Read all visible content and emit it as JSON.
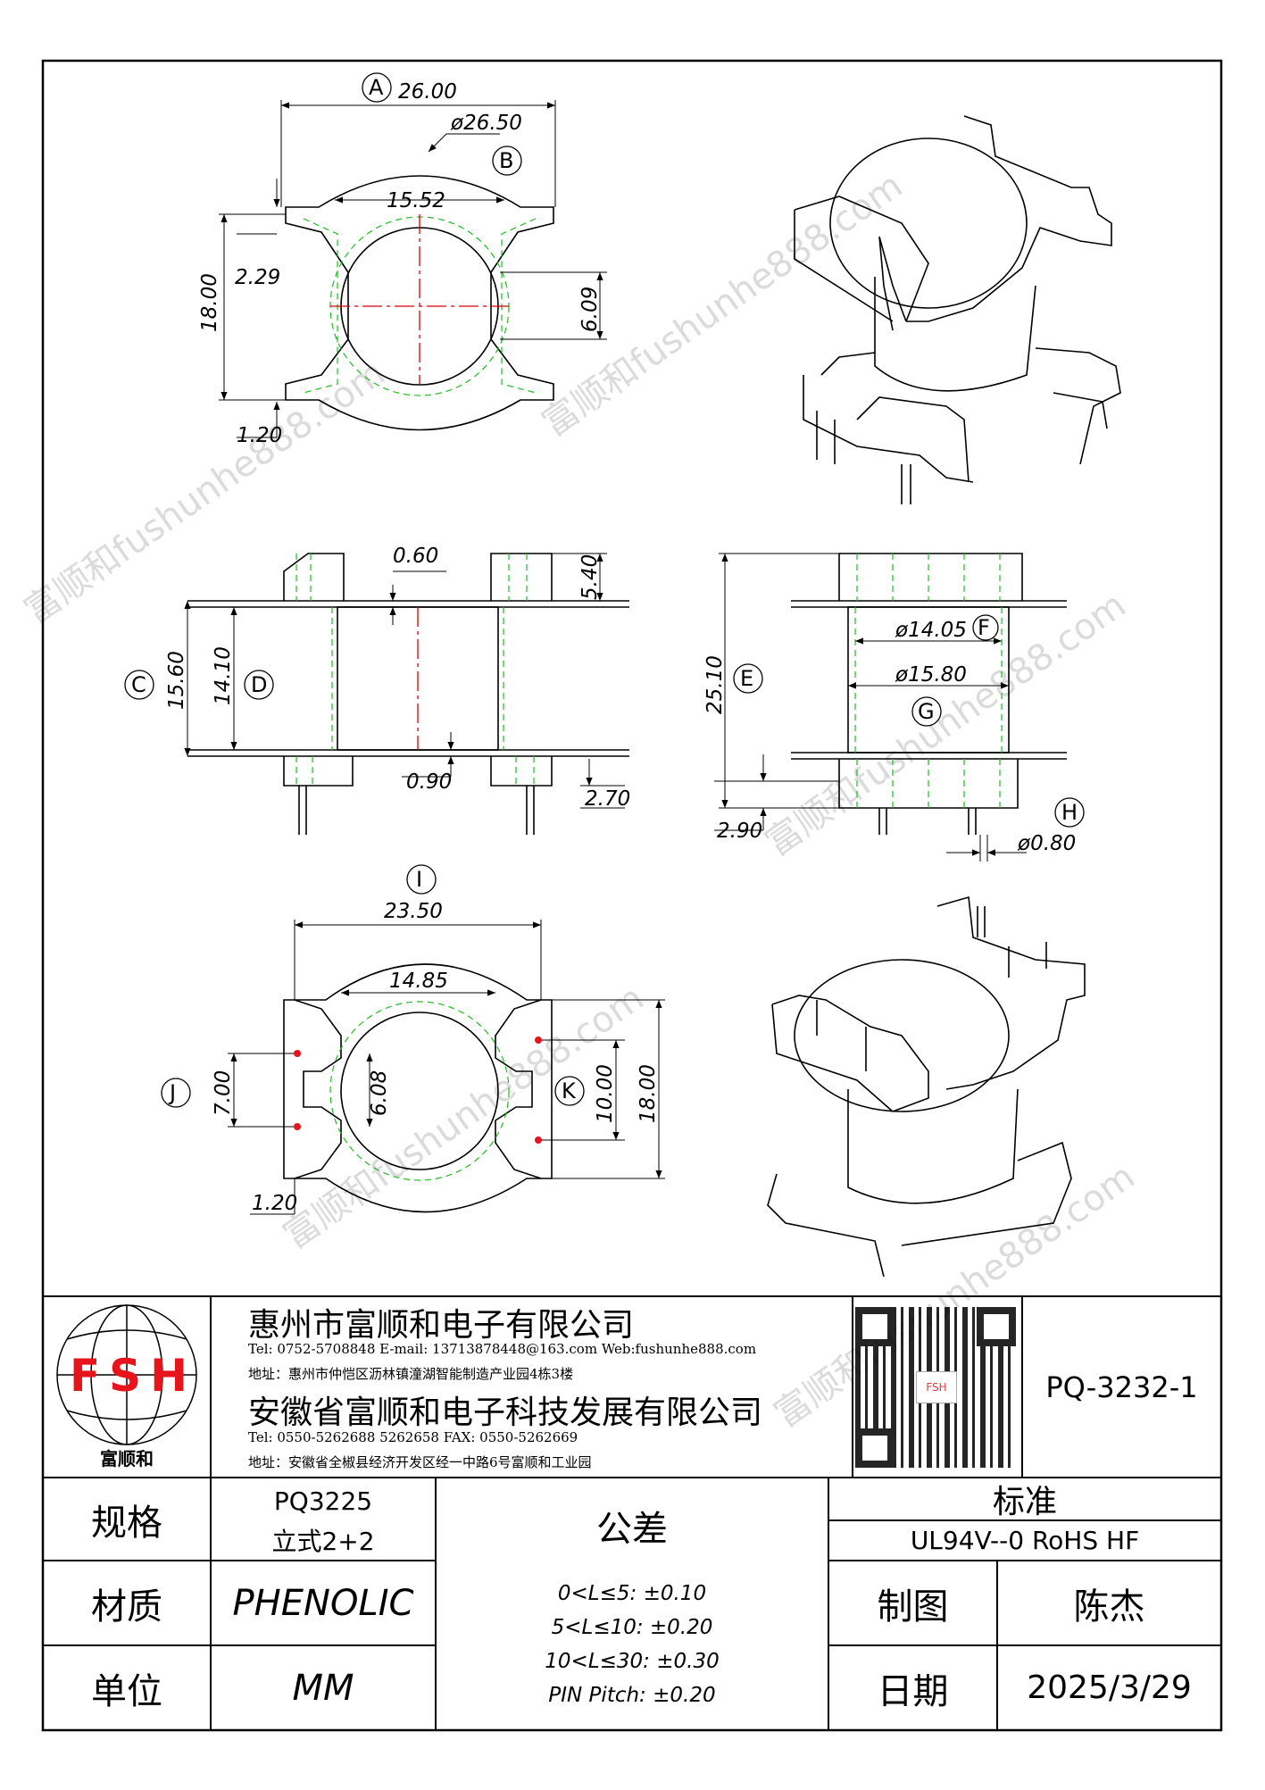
{
  "dimensions": {
    "a": "26.00",
    "b": "ø26.50",
    "c": "15.52",
    "d": "2.29",
    "e": "18.00",
    "f": "6.09",
    "g": "1.20",
    "h": "0.60",
    "i": "5.40",
    "j": "15.60",
    "k": "14.10",
    "l": "0.90",
    "m": "2.70",
    "n": "25.10",
    "o": "ø14.05",
    "p": "ø15.80",
    "q": "2.90",
    "r": "ø0.80",
    "s": "23.50",
    "t": "14.85",
    "u": "7.00",
    "v": "6.08",
    "w": "10.00",
    "x": "18.00",
    "y": "1.20"
  },
  "callouts": [
    "A",
    "B",
    "C",
    "D",
    "E",
    "F",
    "G",
    "H",
    "I",
    "J",
    "K"
  ],
  "watermark": "富顺和fushunhe888.com",
  "titleblock": {
    "logo_text": "FSH",
    "logo_caption": "富顺和",
    "company1": "惠州市富顺和电子有限公司",
    "company1_contact": "Tel: 0752-5708848  E-mail: 13713878448@163.com  Web:fushunhe888.com",
    "company1_address": "地址：惠州市仲恺区沥林镇潼湖智能制造产业园4栋3楼",
    "company2": "安徽省富顺和电子科技发展有限公司",
    "company2_contact": "Tel:  0550-5262688  5262658       FAX:  0550-5262669",
    "company2_address": "地址：安徽省全椒县经济开发区经一中路6号富顺和工业园",
    "qr_label": "FSH",
    "part_number": "PQ-3232-1",
    "spec_label": "规格",
    "spec_value1": "PQ3225",
    "spec_value2": "立式2+2",
    "tolerance_label": "公差",
    "standard_label": "标准",
    "standard_value": "UL94V--0  RoHS HF",
    "material_label": "材质",
    "material_value": "PHENOLIC",
    "tolerance_lines": [
      "0<L≤5: ±0.10",
      "5<L≤10: ±0.20",
      "10<L≤30: ±0.30",
      "PIN Pitch: ±0.20"
    ],
    "drawn_label": "制图",
    "drawn_value": "陈杰",
    "unit_label": "单位",
    "unit_value": "MM",
    "date_label": "日期",
    "date_value": "2025/3/29"
  },
  "colors": {
    "line": "#000000",
    "hidden": "#22bb22",
    "center": "#dd0000",
    "logo_red": "#e8141b"
  }
}
